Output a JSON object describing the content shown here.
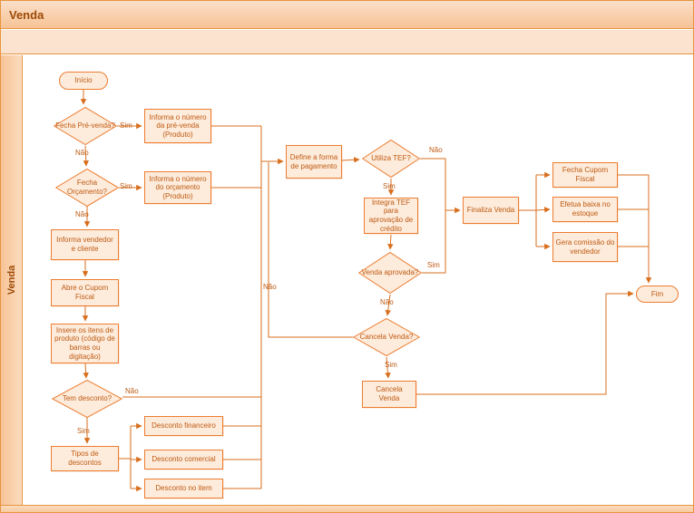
{
  "title": "Venda",
  "lane_label": "Venda",
  "labels": {
    "sim": "Sim",
    "nao": "Não"
  },
  "colors": {
    "accent": "#ED7D31",
    "band": "#F7C395",
    "node_fill": "#FDEBDB",
    "node_border": "#ED7D31",
    "line": "#D86F1E",
    "text": "#BE5A12",
    "title_text": "#9C4A06"
  },
  "nodes": {
    "inicio": "Início",
    "fecha_pre_venda": "Fecha Pré-venda?",
    "informa_pre_venda": "Informa o número da pré-venda (Produto)",
    "fecha_orcamento": "Fecha Orçamento?",
    "informa_orcamento": "Informa o número do orçamento (Produto)",
    "informa_vendedor": "Informa vendedor e cliente",
    "abre_cupom": "Abre o Cupom Fiscal",
    "insere_itens": "Insere os itens de produto (código de barras ou digitação)",
    "tem_desconto": "Tem desconto?",
    "tipos_descontos": "Tipos de descontos",
    "desconto_financeiro": "Desconto financeiro",
    "desconto_comercial": "Desconto comercial",
    "desconto_item": "Desconto no item",
    "define_pagamento": "Define a forma de pagamento",
    "utiliza_tef": "Utiliza TEF?",
    "integra_tef": "Integra TEF para aprovação de crédito",
    "venda_aprovada": "Venda aprovada?",
    "cancela_venda_q": "Cancela Venda?",
    "cancela_venda": "Cancela Venda",
    "finaliza_venda": "Finaliza Venda",
    "fecha_cupom": "Fecha Cupom Fiscal",
    "efetua_baixa": "Efetua baixa no estoque",
    "gera_comissao": "Gera comissão do vendedor",
    "fim": "Fim"
  }
}
